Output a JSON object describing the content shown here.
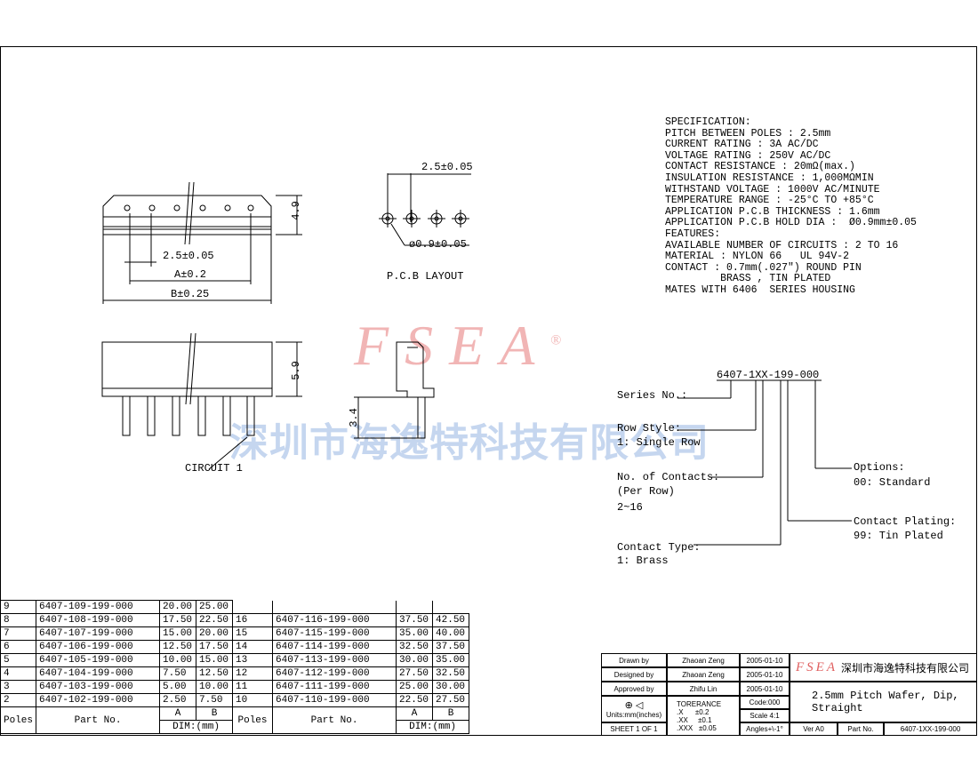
{
  "specification": {
    "lines": [
      "SPECIFICATION:",
      "PITCH BETWEEN POLES : 2.5mm",
      "CURRENT RATING : 3A AC/DC",
      "VOLTAGE RATING : 250V AC/DC",
      "CONTACT RESISTANCE : 20mΩ(max.)",
      "INSULATION RESISTANCE : 1,000MΩMIN",
      "WITHSTAND VOLTAGE : 1000V AC/MINUTE",
      "TEMPERATURE RANGE : -25°C TO +85°C",
      "APPLICATION P.C.B THICKNESS : 1.6mm",
      "APPLICATION P.C.B HOLD DIA :  Ø0.9mm±0.05",
      "FEATURES:",
      "AVAILABLE NUMBER OF CIRCUITS : 2 TO 16",
      "MATERIAL : NYLON 66   UL 94V-2",
      "CONTACT : 0.7mm(.027\") ROUND PIN",
      "         BRASS , TIN PLATED",
      "MATES WITH 6406  SERIES HOUSING"
    ]
  },
  "watermark": {
    "brand": "FSEA",
    "registered": "®",
    "company_cn": "深圳市海逸特科技有限公司"
  },
  "drawing": {
    "dim_pitch_front": "2.5±0.05",
    "dim_a": "A±0.2",
    "dim_b": "B±0.25",
    "dim_height_top": "4.9",
    "dim_height_side": "5.9",
    "dim_pin": "3.4",
    "circuit_label": "CIRCUIT 1",
    "pcb_pitch": "2.5±0.05",
    "pcb_hole": "ø0.9±0.05",
    "pcb_label": "P.C.B LAYOUT"
  },
  "part_code": {
    "code": "6407-1XX-199-000",
    "series": "Series No.:",
    "row_style": "Row Style:",
    "row_style_val": "1: Single Row",
    "contacts": "No. of Contacts:",
    "contacts_sub": "(Per Row)",
    "contacts_val": "2~16",
    "contact_type": "Contact Type:",
    "contact_type_val": "1: Brass",
    "options": "Options:",
    "options_val": "00: Standard",
    "plating": "Contact Plating:",
    "plating_val": "99: Tin Plated"
  },
  "parts_table": {
    "left": [
      [
        "9",
        "6407-109-199-000",
        "20.00",
        "25.00"
      ],
      [
        "8",
        "6407-108-199-000",
        "17.50",
        "22.50"
      ],
      [
        "7",
        "6407-107-199-000",
        "15.00",
        "20.00"
      ],
      [
        "6",
        "6407-106-199-000",
        "12.50",
        "17.50"
      ],
      [
        "5",
        "6407-105-199-000",
        "10.00",
        "15.00"
      ],
      [
        "4",
        "6407-104-199-000",
        "7.50",
        "12.50"
      ],
      [
        "3",
        "6407-103-199-000",
        "5.00",
        "10.00"
      ],
      [
        "2",
        "6407-102-199-000",
        "2.50",
        "7.50"
      ]
    ],
    "right": [
      [
        "",
        "",
        "",
        ""
      ],
      [
        "16",
        "6407-116-199-000",
        "37.50",
        "42.50"
      ],
      [
        "15",
        "6407-115-199-000",
        "35.00",
        "40.00"
      ],
      [
        "14",
        "6407-114-199-000",
        "32.50",
        "37.50"
      ],
      [
        "13",
        "6407-113-199-000",
        "30.00",
        "35.00"
      ],
      [
        "12",
        "6407-112-199-000",
        "27.50",
        "32.50"
      ],
      [
        "11",
        "6407-111-199-000",
        "25.00",
        "30.00"
      ],
      [
        "10",
        "6407-110-199-000",
        "22.50",
        "27.50"
      ]
    ],
    "hdr_poles": "Poles",
    "hdr_part": "Part No.",
    "hdr_a": "A",
    "hdr_b": "B",
    "hdr_dim": "DIM:(mm)"
  },
  "title_block": {
    "drawn_label": "Drawn   by",
    "drawn_by": "Zhaoan Zeng",
    "drawn_date": "2005-01-10",
    "designed_label": "Designed  by",
    "designed_by": "Zhaoan Zeng",
    "designed_date": "2005-01-10",
    "approved_label": "Approved by",
    "approved_by": "Zhifu Lin",
    "approved_date": "2005-01-10",
    "units": "Units:mm(inches)",
    "sheet": "SHEET  1  OF  1",
    "tolerance": "TORERANCE",
    "tol1": ".X      ±0.2",
    "tol2": ".XX     ±0.1",
    "tol3": ".XXX   ±0.05",
    "code": "Code:000",
    "scale": "Scale 4:1",
    "angles": "Angles+\\-1°",
    "brand": "FSEA",
    "company": "深圳市海逸特科技有限公司",
    "title": "2.5mm  Pitch  Wafer,  Dip,",
    "title2": "Straight",
    "ver": "Ver A0",
    "part_label": "Part  No.",
    "part_no": "6407-1XX-199-000"
  }
}
